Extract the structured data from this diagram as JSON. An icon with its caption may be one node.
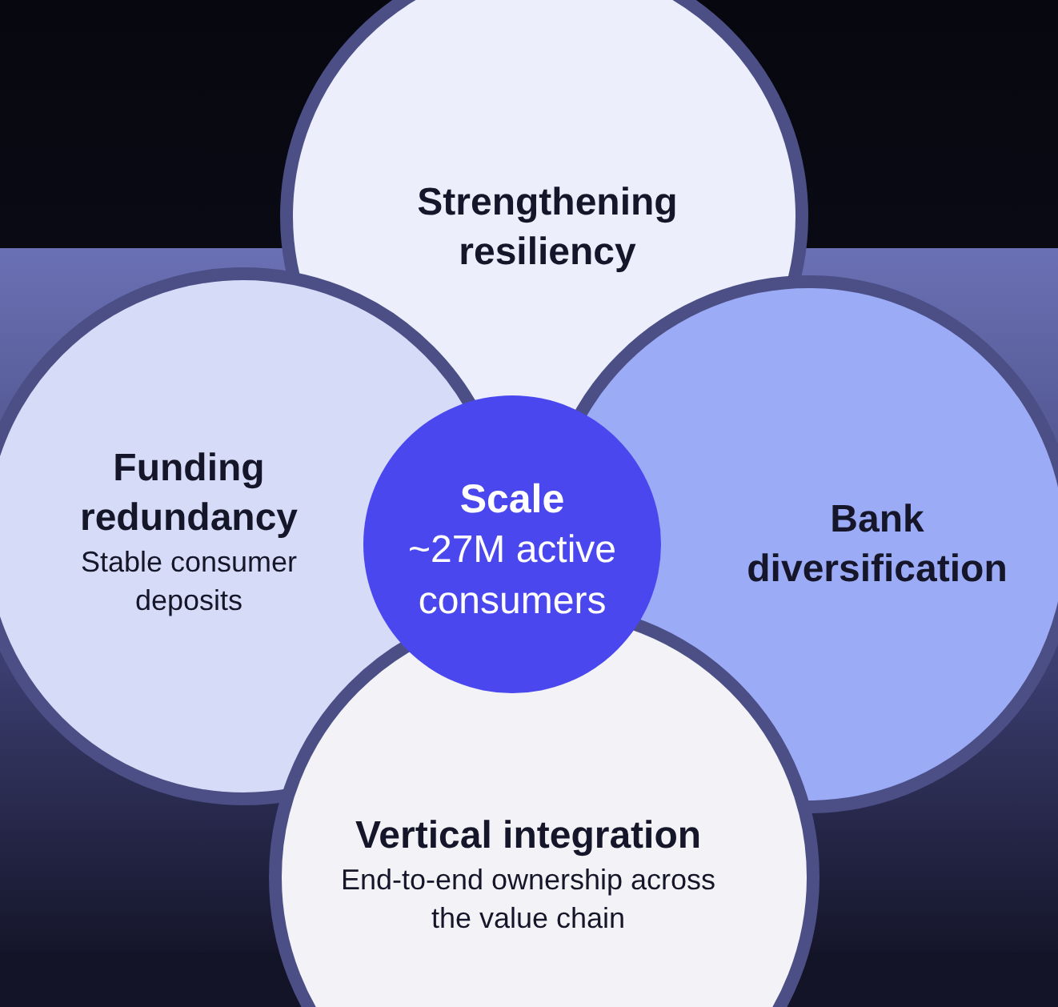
{
  "diagram": {
    "nodes": [
      {
        "text": [
          "Strengthening resiliency"
        ]
      },
      {
        "text": [
          "Funding redundancy",
          "Stable consumer deposits"
        ]
      },
      {
        "text": [
          "Bank diversification"
        ]
      },
      {
        "text": [
          "Vertical integration",
          "End-to-end ownership across the value chain"
        ]
      },
      {
        "text": [
          "Scale",
          "~27M active consumers"
        ]
      }
    ],
    "edges": []
  }
}
